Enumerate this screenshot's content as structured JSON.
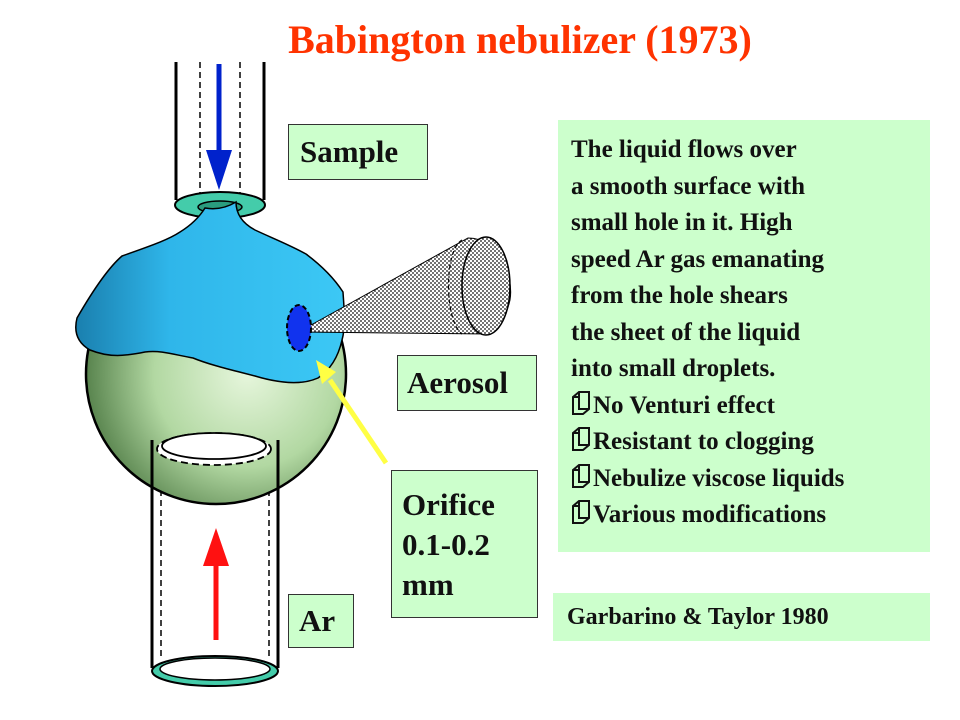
{
  "title": "Babington nebulizer (1973)",
  "labels": {
    "sample": "Sample",
    "aerosol": "Aerosol",
    "orifice": [
      "Orifice",
      "0.1-0.2",
      "mm"
    ],
    "ar": "Ar"
  },
  "description": {
    "lines": [
      "The liquid flows over",
      "a smooth surface with",
      "small hole in it. High",
      "speed Ar gas emanating",
      "from the hole shears",
      "the sheet of the liquid",
      "into small droplets."
    ],
    "bullets": [
      "No Venturi effect",
      "Resistant to clogging",
      "Nebulize viscose liquids",
      "Various modifications"
    ]
  },
  "reference": "Garbarino & Taylor 1980",
  "colors": {
    "title": "#ff3300",
    "label_bg": "#ccffcc",
    "liquid": "#33bbee",
    "sphere": "#a8d29a",
    "tube_ring": "#44ccaa",
    "sample_arrow": "#0022cc",
    "ar_arrow": "#ff1111",
    "pointer_arrow": "#ffff44",
    "orifice": "#1133ee"
  }
}
